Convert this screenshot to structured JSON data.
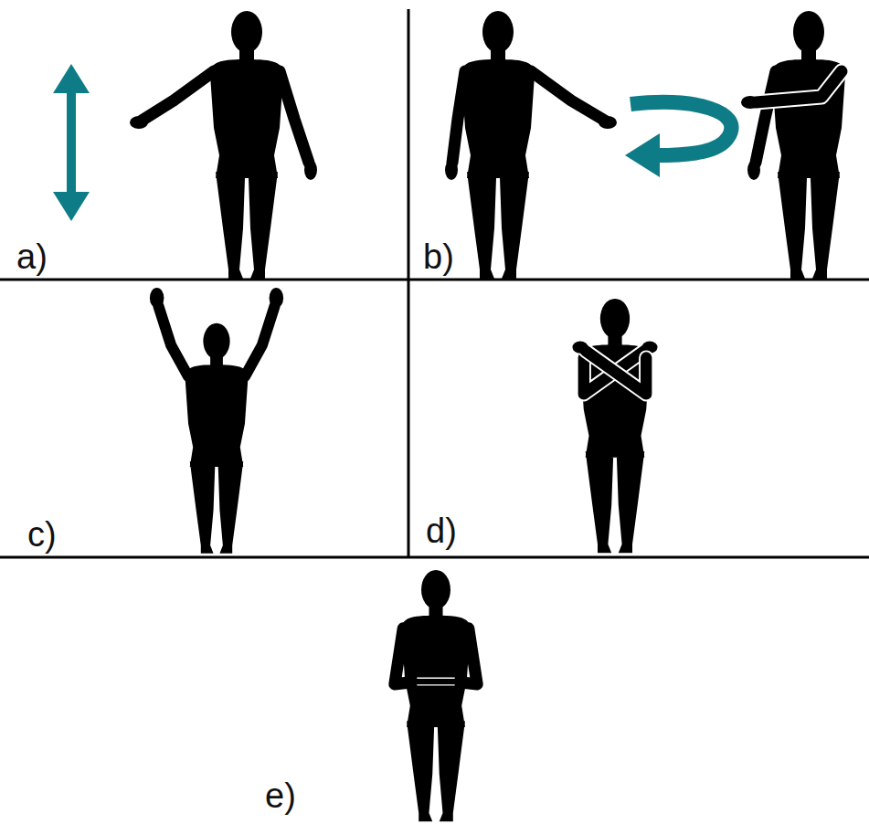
{
  "diagram": {
    "labels": [
      "a)",
      "b)",
      "c)",
      "d)",
      "e)"
    ]
  }
}
